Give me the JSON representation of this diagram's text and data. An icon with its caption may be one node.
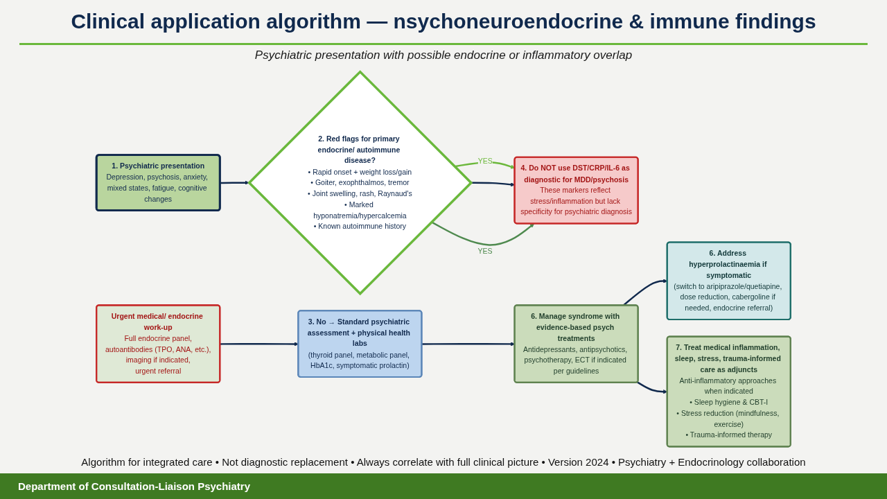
{
  "diagram": {
    "title": "Clinical application algorithm — nsychoneuroendocrine & immune findings",
    "nodes": [
      {
        "text": [
          "1. Psychiatric presentation",
          "Depression, psychosis, anxiety, mixed states, fatigue, cognitive changes"
        ]
      },
      {
        "text": [
          "2. Red flags for primary endocrine/ autoimmune disease?",
          "• Rapid onset + weight loss/gain",
          "• Goiter, exophthalmos, tremor",
          "• Joint swelling, rash, Raynaud's",
          "• Marked hyponatremia/hypercalcemia",
          "• Known autoimmune history"
        ]
      },
      {
        "text": [
          "4. Do NOT use DST/CRP/IL-6 as diagnostic for MDD/psychosis",
          "These markers reflect stress/inflammation but lack specificity for psychiatric diagnosis"
        ]
      },
      {
        "text": [
          "6. Address hyperprolactinaemia if symptomatic",
          "(switch to aripiprazole/quetiapine, dose reduction, cabergoline if needed, endocrine referral)"
        ]
      },
      {
        "text": [
          "Urgent medical/ endocrine work-up",
          "Full endocrine panel,",
          "autoantibodies (TPO, ANA, etc.),",
          "imaging if indicated,",
          "urgent referral"
        ]
      },
      {
        "text": [
          "3. No → Standard psychiatric assessment + physical health labs",
          "(thyroid panel, metabolic panel, HbA1c, symptomatic prolactin)"
        ]
      },
      {
        "text": [
          "6. Manage syndrome with evidence-based psych treatments",
          "Antidepressants, antipsychotics, psychotherapy, ECT if indicated per guidelines"
        ]
      },
      {
        "text": [
          "7. Treat medical inflammation, sleep, stress, trauma-informed care as adjuncts",
          "Anti-inflammatory approaches when indicated",
          "• Sleep hygiene & CBT-I",
          "• Stress reduction (mindfulness, exercise)",
          "• Trauma-informed therapy"
        ]
      }
    ],
    "edges": [
      {
        "from": 0,
        "to": 1,
        "arrow": "to"
      },
      {
        "from": 1,
        "to": 2,
        "arrow": "to",
        "label": "YES",
        "color": "#6cb83c"
      },
      {
        "from": 1,
        "to": 2,
        "arrow": "to"
      },
      {
        "from": 1,
        "to": 2,
        "arrow": "to",
        "label": "YES",
        "color": "#4f8a4f"
      },
      {
        "from": 4,
        "to": 5,
        "arrow": "to"
      },
      {
        "from": 5,
        "to": 6,
        "arrow": "to"
      },
      {
        "from": 6,
        "to": 3,
        "arrow": "to"
      },
      {
        "from": 6,
        "to": 7,
        "arrow": "to"
      }
    ],
    "labels": [
      "Psychiatric presentation with possible endocrine or inflammatory overlap",
      "Algorithm for integrated care • Not diagnostic replacement • Always correlate with full clinical picture • Version 2024 • Psychiatry + Endocrinology collaboration",
      "Department of Consultation-Liaison Psychiatry"
    ]
  }
}
